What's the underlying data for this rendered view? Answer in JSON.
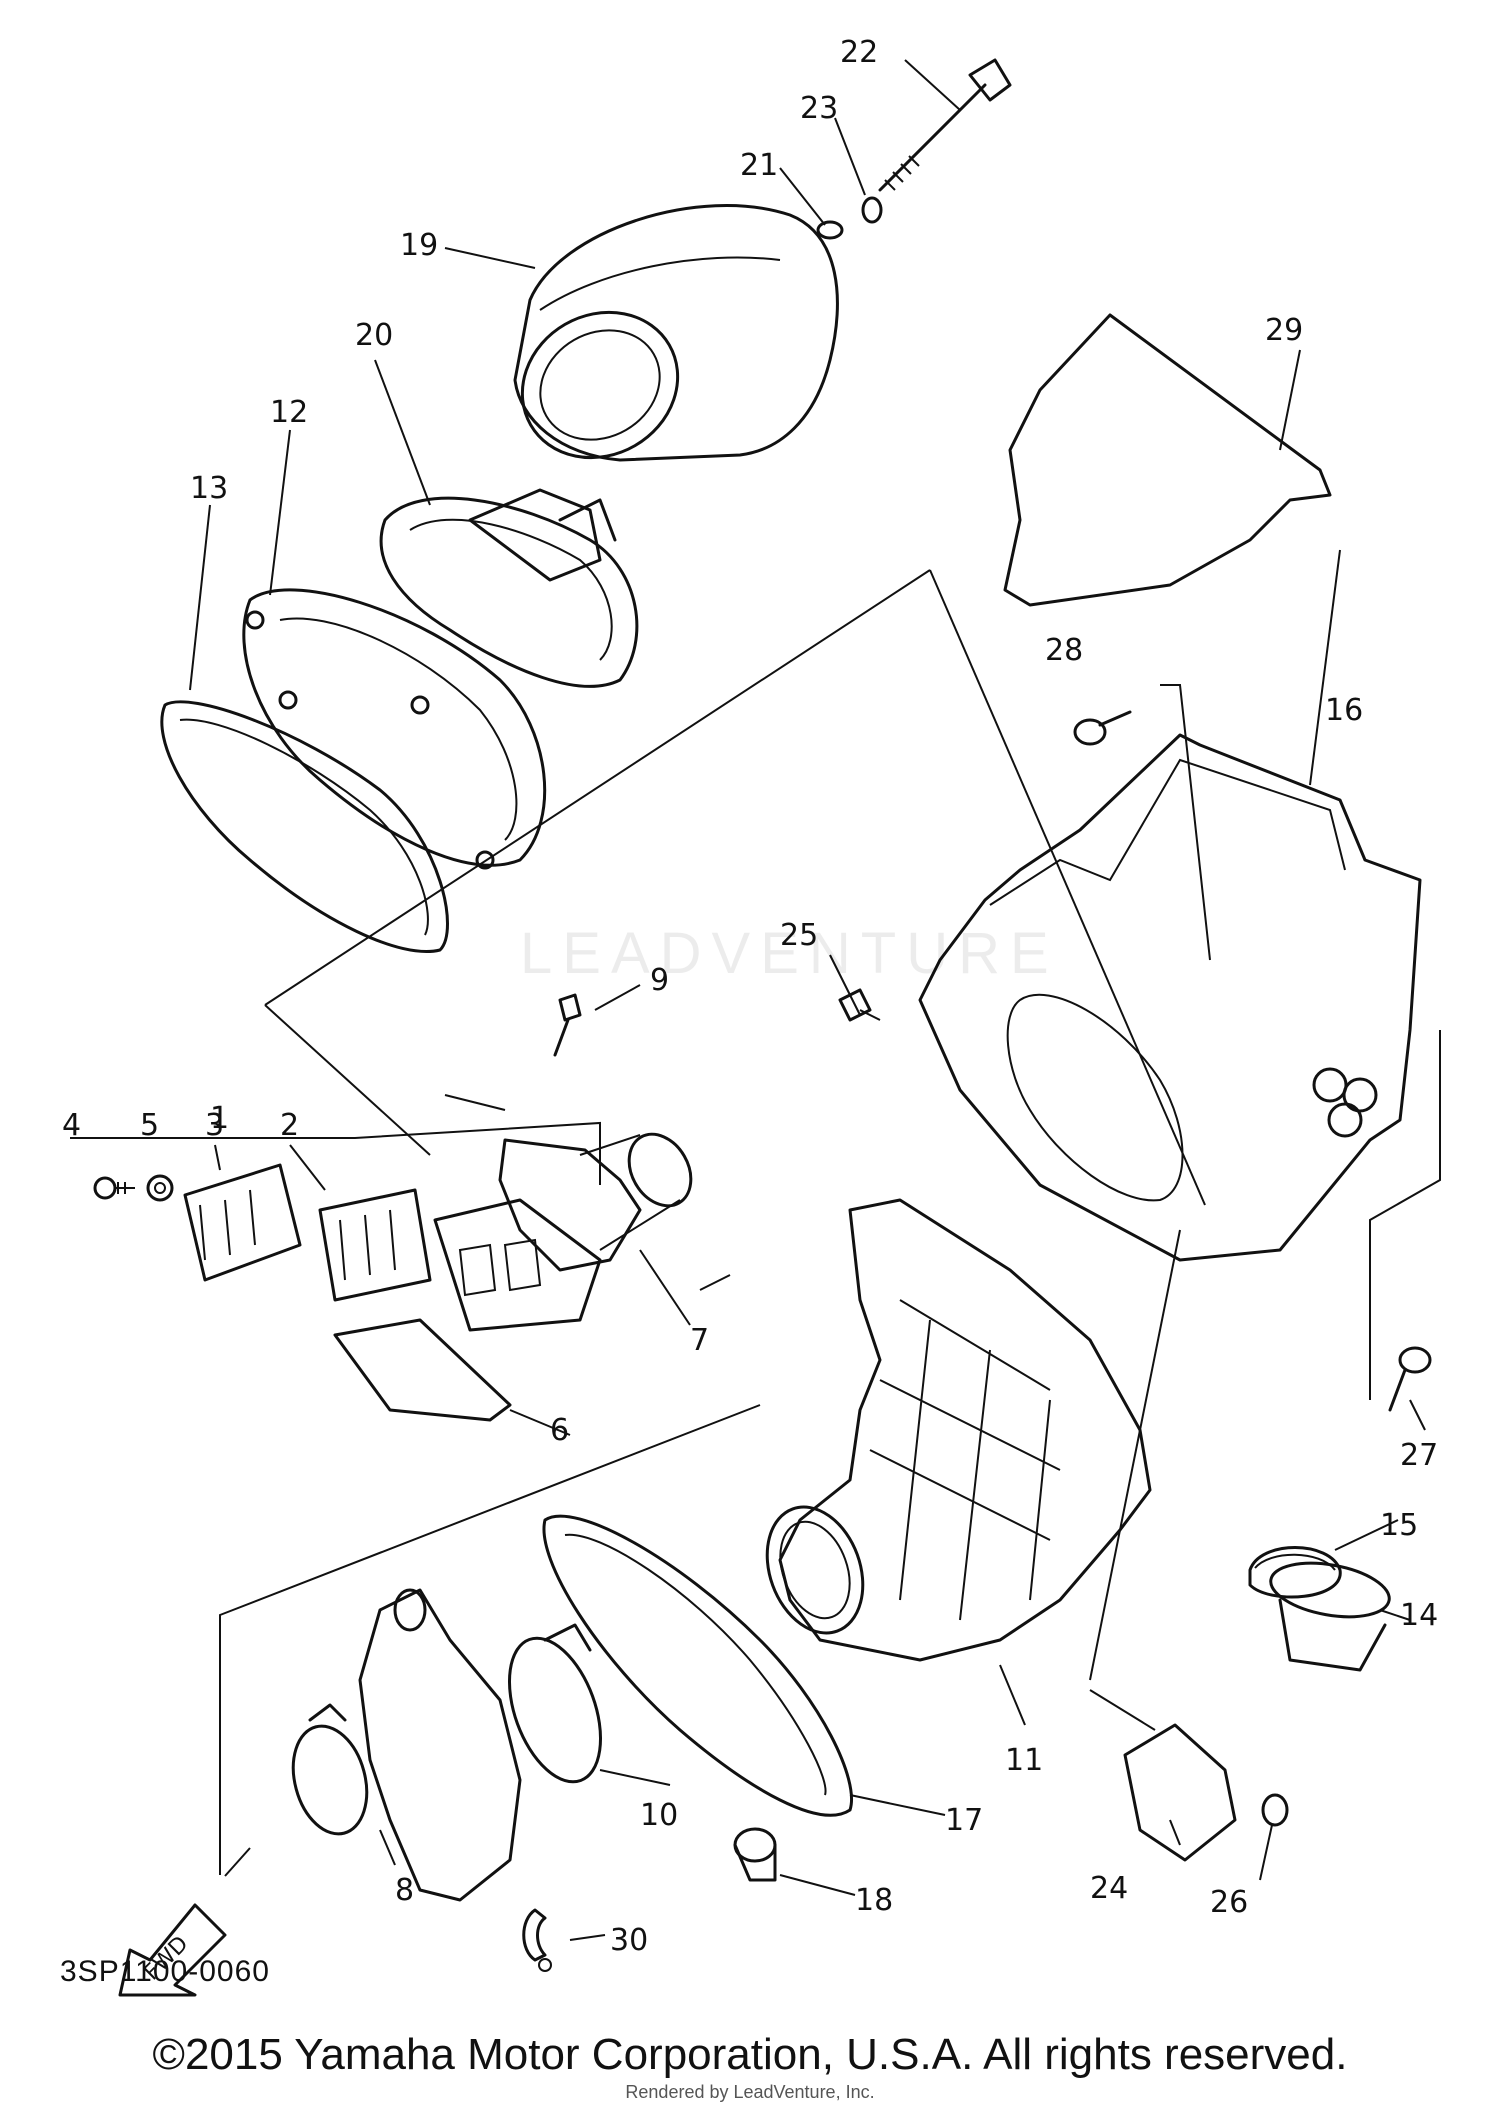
{
  "diagram": {
    "code": "3SP1100-0060",
    "fwd_label": "FWD",
    "watermark": "LEADVENTURE",
    "callouts": [
      "1",
      "2",
      "3",
      "4",
      "5",
      "6",
      "7",
      "8",
      "9",
      "10",
      "11",
      "12",
      "13",
      "14",
      "15",
      "16",
      "17",
      "18",
      "19",
      "20",
      "21",
      "22",
      "23",
      "24",
      "25",
      "26",
      "27",
      "28",
      "29",
      "30"
    ]
  },
  "footer": {
    "copyright": "©2015 Yamaha Motor Corporation, U.S.A. All rights reserved.",
    "render_credit": "Rendered by LeadVenture, Inc."
  }
}
